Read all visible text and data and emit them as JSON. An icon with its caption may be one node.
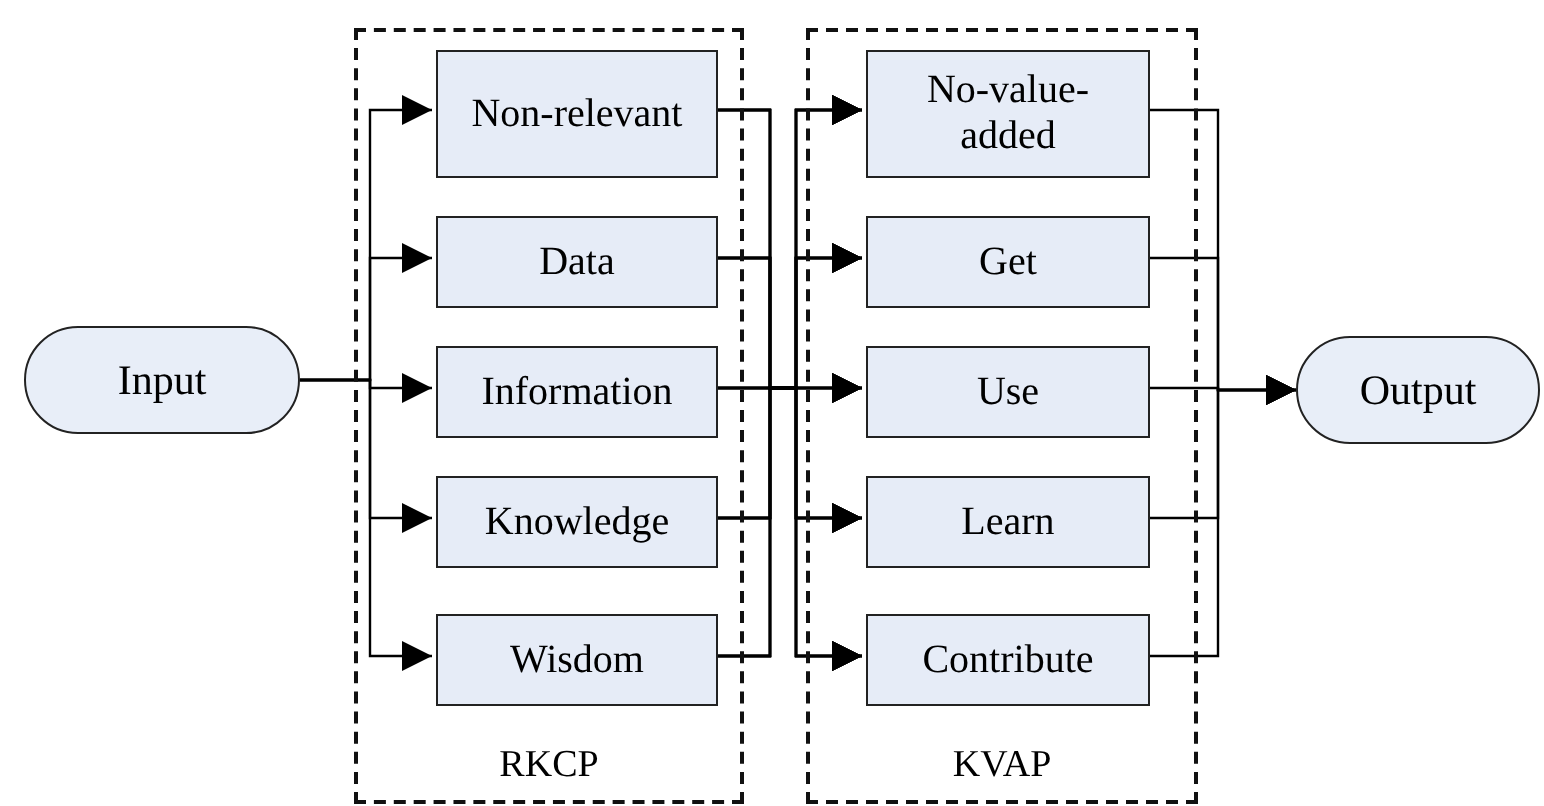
{
  "diagram": {
    "nodes": [
      {
        "text": [
          "Input"
        ]
      },
      {
        "text": [
          "RKCP"
        ]
      },
      {
        "text": [
          "Non-relevant"
        ],
        "in": 1
      },
      {
        "text": [
          "Data"
        ],
        "in": 1
      },
      {
        "text": [
          "Information"
        ],
        "in": 1
      },
      {
        "text": [
          "Knowledge"
        ],
        "in": 1
      },
      {
        "text": [
          "Wisdom"
        ],
        "in": 1
      },
      {
        "text": [
          "KVAP"
        ]
      },
      {
        "text": [
          "No-value-added"
        ],
        "in": 7
      },
      {
        "text": [
          "Get"
        ],
        "in": 7
      },
      {
        "text": [
          "Use"
        ],
        "in": 7
      },
      {
        "text": [
          "Learn"
        ],
        "in": 7
      },
      {
        "text": [
          "Contribute"
        ],
        "in": 7
      },
      {
        "text": [
          "Output"
        ]
      }
    ],
    "edges": [
      {
        "from": 0,
        "to": 2,
        "arrow": "to"
      },
      {
        "from": 0,
        "to": 3,
        "arrow": "to"
      },
      {
        "from": 0,
        "to": 4,
        "arrow": "to"
      },
      {
        "from": 0,
        "to": 5,
        "arrow": "to"
      },
      {
        "from": 0,
        "to": 6,
        "arrow": "to"
      },
      {
        "from": 2,
        "to": 8,
        "arrow": "to"
      },
      {
        "from": 2,
        "to": 9,
        "arrow": "to"
      },
      {
        "from": 2,
        "to": 10,
        "arrow": "to"
      },
      {
        "from": 2,
        "to": 11,
        "arrow": "to"
      },
      {
        "from": 2,
        "to": 12,
        "arrow": "to"
      },
      {
        "from": 3,
        "to": 8,
        "arrow": "to"
      },
      {
        "from": 3,
        "to": 9,
        "arrow": "to"
      },
      {
        "from": 3,
        "to": 10,
        "arrow": "to"
      },
      {
        "from": 3,
        "to": 11,
        "arrow": "to"
      },
      {
        "from": 3,
        "to": 12,
        "arrow": "to"
      },
      {
        "from": 4,
        "to": 8,
        "arrow": "to"
      },
      {
        "from": 4,
        "to": 9,
        "arrow": "to"
      },
      {
        "from": 4,
        "to": 10,
        "arrow": "to"
      },
      {
        "from": 4,
        "to": 11,
        "arrow": "to"
      },
      {
        "from": 4,
        "to": 12,
        "arrow": "to"
      },
      {
        "from": 5,
        "to": 8,
        "arrow": "to"
      },
      {
        "from": 5,
        "to": 9,
        "arrow": "to"
      },
      {
        "from": 5,
        "to": 10,
        "arrow": "to"
      },
      {
        "from": 5,
        "to": 11,
        "arrow": "to"
      },
      {
        "from": 5,
        "to": 12,
        "arrow": "to"
      },
      {
        "from": 6,
        "to": 8,
        "arrow": "to"
      },
      {
        "from": 6,
        "to": 9,
        "arrow": "to"
      },
      {
        "from": 6,
        "to": 10,
        "arrow": "to"
      },
      {
        "from": 6,
        "to": 11,
        "arrow": "to"
      },
      {
        "from": 6,
        "to": 12,
        "arrow": "to"
      },
      {
        "from": 8,
        "to": 13,
        "arrow": "to"
      },
      {
        "from": 9,
        "to": 13,
        "arrow": "to"
      },
      {
        "from": 10,
        "to": 13,
        "arrow": "to"
      },
      {
        "from": 11,
        "to": 13,
        "arrow": "to"
      },
      {
        "from": 12,
        "to": 13,
        "arrow": "to"
      }
    ]
  }
}
